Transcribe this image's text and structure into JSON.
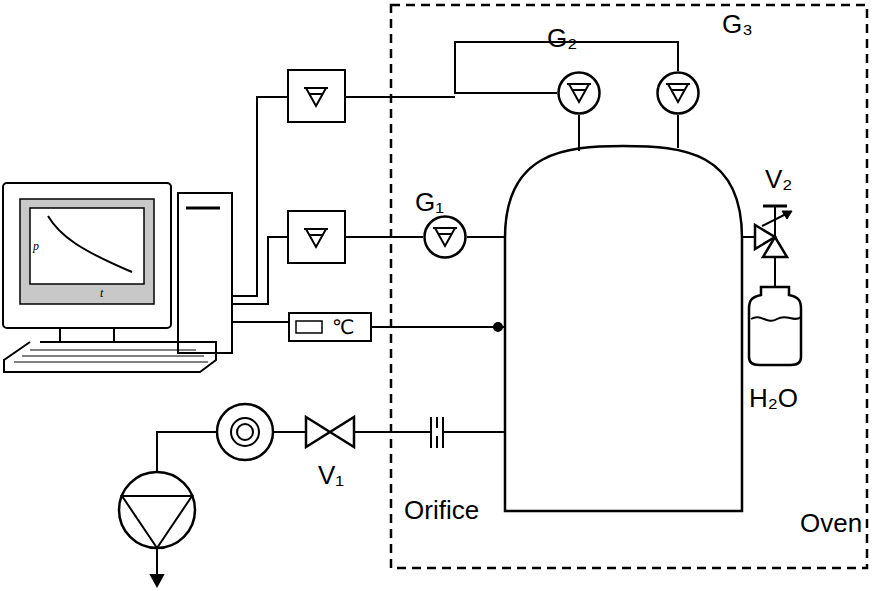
{
  "diagram": {
    "nodes": [
      {
        "text": [
          "G₂"
        ]
      },
      {
        "text": [
          "G₃"
        ]
      },
      {
        "text": [
          "G₁"
        ]
      },
      {
        "text": [
          "℃"
        ]
      },
      {
        "text": [
          "H₂O"
        ]
      }
    ],
    "edges": [
      {
        "from": 0,
        "to": 1,
        "arrow": "none"
      }
    ],
    "labels": [
      "p",
      "t",
      "V₂",
      "V₁",
      "Orifice",
      "Oven"
    ]
  }
}
